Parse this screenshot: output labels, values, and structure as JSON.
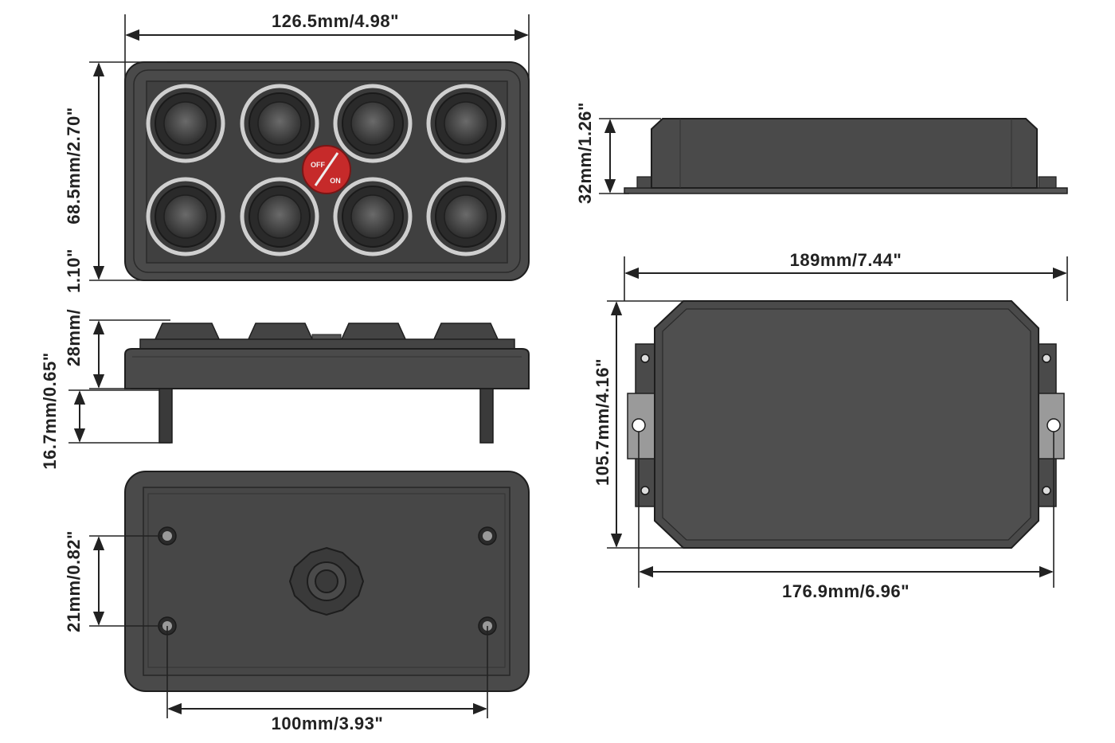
{
  "colors": {
    "body": "#4a4a4a",
    "body_dark": "#2a2a2a",
    "ring": "#cfcfcf",
    "switch_red": "#c62a2a",
    "dimension_line": "#222222",
    "background": "#ffffff"
  },
  "master_switch": {
    "off_label": "OFF",
    "on_label": "ON"
  },
  "dimensions": {
    "top_width": "126.5mm/4.98\"",
    "top_height": "68.5mm/2.70\"",
    "side_total_height": "1.10\"",
    "side_body_height": "28mm/",
    "stud_length": "16.7mm/0.65\"",
    "mount_hole_vertical": "21mm/0.82\"",
    "mount_hole_horizontal": "100mm/3.93\"",
    "control_box_height": "32mm/1.26\"",
    "control_box_total_width": "189mm/7.44\"",
    "control_box_depth": "105.7mm/4.16\"",
    "control_box_hole_spacing": "176.9mm/6.96\""
  }
}
